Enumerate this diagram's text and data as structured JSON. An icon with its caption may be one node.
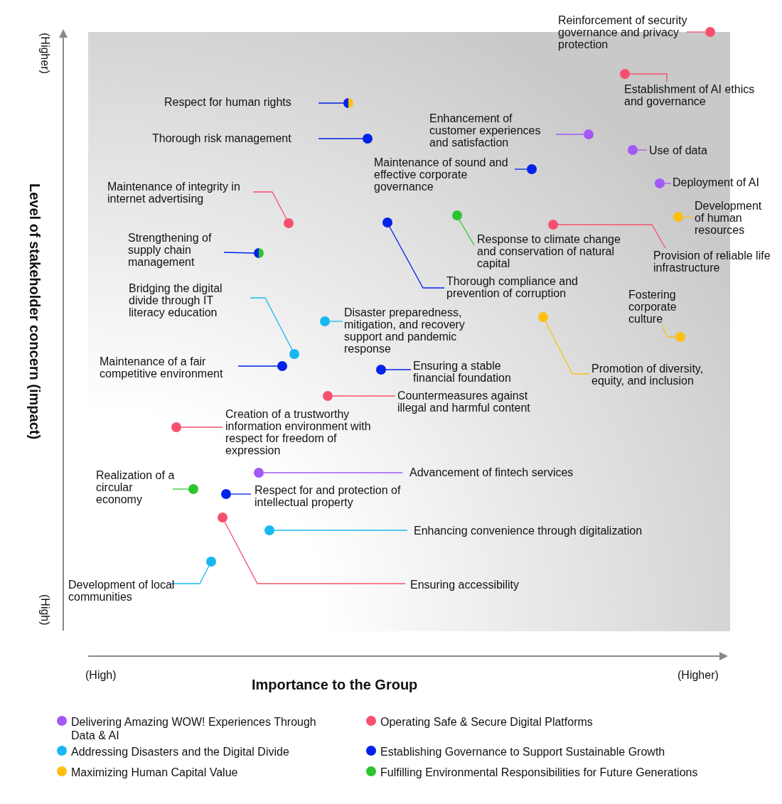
{
  "diagram": {
    "nodes": [
      {
        "text": [
          "Reinforcement of security governance and privacy protection"
        ]
      },
      {
        "text": [],
        "shape": "circle"
      },
      {
        "text": [
          "Establishment of AI ethics and governance"
        ]
      },
      {
        "text": [],
        "shape": "circle"
      },
      {
        "text": [
          "Respect for human rights"
        ]
      },
      {
        "text": [],
        "shape": "circle"
      },
      {
        "text": [
          "Enhancement of customer experiences and satisfaction"
        ]
      },
      {
        "text": [],
        "shape": "circle"
      },
      {
        "text": [
          "Thorough risk management"
        ]
      },
      {
        "text": [],
        "shape": "circle"
      },
      {
        "text": [
          "Use of data"
        ]
      },
      {
        "text": [],
        "shape": "circle"
      },
      {
        "text": [
          "Maintenance of sound and effective corporate governance"
        ]
      },
      {
        "text": [],
        "shape": "circle"
      },
      {
        "text": [
          "Maintenance of integrity in internet advertising"
        ]
      },
      {
        "text": [],
        "shape": "circle"
      },
      {
        "text": [
          "Deployment of AI"
        ]
      },
      {
        "text": [],
        "shape": "circle"
      },
      {
        "text": [
          "Development of human resources"
        ]
      },
      {
        "text": [],
        "shape": "circle"
      },
      {
        "text": [
          "Response to climate change and conservation of natural capital"
        ]
      },
      {
        "text": [],
        "shape": "circle"
      },
      {
        "text": [
          "Thorough compliance and prevention of corruption"
        ]
      },
      {
        "text": [],
        "shape": "circle"
      },
      {
        "text": [
          "Provision of reliable life infrastructure"
        ]
      },
      {
        "text": [],
        "shape": "circle"
      },
      {
        "text": [
          "Strengthening of supply chain management"
        ]
      },
      {
        "text": [],
        "shape": "circle"
      },
      {
        "text": [
          "Bridging the digital divide through IT literacy education"
        ]
      },
      {
        "text": [],
        "shape": "circle"
      },
      {
        "text": [
          "Disaster preparedness, mitigation, and recovery support and pandemic response"
        ]
      },
      {
        "text": [],
        "shape": "circle"
      },
      {
        "text": [
          "Fostering corporate culture"
        ]
      },
      {
        "text": [],
        "shape": "circle"
      },
      {
        "text": [
          "Promotion of diversity, equity, and inclusion"
        ]
      },
      {
        "text": [],
        "shape": "circle"
      },
      {
        "text": [
          "Maintenance of a fair competitive environment"
        ]
      },
      {
        "text": [],
        "shape": "circle"
      },
      {
        "text": [
          "Ensuring a stable financial foundation"
        ]
      },
      {
        "text": [],
        "shape": "circle"
      },
      {
        "text": [
          "Countermeasures against illegal and harmful content"
        ]
      },
      {
        "text": [],
        "shape": "circle"
      },
      {
        "text": [
          "Creation of a trustworthy information environment with respect for freedom of expression"
        ]
      },
      {
        "text": [],
        "shape": "circle"
      },
      {
        "text": [
          "Realization of a circular economy"
        ]
      },
      {
        "text": [],
        "shape": "circle"
      },
      {
        "text": [
          "Advancement of fintech services"
        ]
      },
      {
        "text": [],
        "shape": "circle"
      },
      {
        "text": [
          "Respect for and protection of intellectual property"
        ]
      },
      {
        "text": [],
        "shape": "circle"
      },
      {
        "text": [
          "Enhancing convenience through digitalization"
        ]
      },
      {
        "text": [],
        "shape": "circle"
      },
      {
        "text": [
          "Ensuring accessibility"
        ]
      },
      {
        "text": [],
        "shape": "circle"
      },
      {
        "text": [
          "Development of local communities"
        ]
      },
      {
        "text": [],
        "shape": "circle"
      }
    ],
    "edges": [
      {
        "from": 0,
        "to": 1,
        "arrow": "none",
        "color": "#f7506e"
      },
      {
        "from": 2,
        "to": 3,
        "arrow": "none",
        "color": "#f7506e"
      },
      {
        "from": 4,
        "to": 5,
        "arrow": "none",
        "color": "#0022ea"
      },
      {
        "from": 6,
        "to": 7,
        "arrow": "none",
        "color": "#a259f5"
      },
      {
        "from": 8,
        "to": 9,
        "arrow": "none",
        "color": "#0022ea"
      },
      {
        "from": 10,
        "to": 11,
        "arrow": "none",
        "color": "#a259f5"
      },
      {
        "from": 12,
        "to": 13,
        "arrow": "none",
        "color": "#0022ea"
      },
      {
        "from": 14,
        "to": 15,
        "arrow": "none",
        "color": "#f7506e"
      },
      {
        "from": 16,
        "to": 17,
        "arrow": "none",
        "color": "#a259f5"
      },
      {
        "from": 18,
        "to": 19,
        "arrow": "none",
        "color": "#fcbf12"
      },
      {
        "from": 20,
        "to": 21,
        "arrow": "none",
        "color": "#2cc42f"
      },
      {
        "from": 22,
        "to": 23,
        "arrow": "none",
        "color": "#0022ea"
      },
      {
        "from": 24,
        "to": 25,
        "arrow": "none",
        "color": "#f7506e"
      },
      {
        "from": 26,
        "to": 27,
        "arrow": "none",
        "color": "#0022ea"
      },
      {
        "from": 28,
        "to": 29,
        "arrow": "none",
        "color": "#17b8f2"
      },
      {
        "from": 30,
        "to": 31,
        "arrow": "none",
        "color": "#17b8f2"
      },
      {
        "from": 32,
        "to": 33,
        "arrow": "none",
        "color": "#fcbf12"
      },
      {
        "from": 34,
        "to": 35,
        "arrow": "none",
        "color": "#fcbf12"
      },
      {
        "from": 36,
        "to": 37,
        "arrow": "none",
        "color": "#0022ea"
      },
      {
        "from": 38,
        "to": 39,
        "arrow": "none",
        "color": "#0022ea"
      },
      {
        "from": 40,
        "to": 41,
        "arrow": "none",
        "color": "#f7506e"
      },
      {
        "from": 42,
        "to": 43,
        "arrow": "none",
        "color": "#f7506e"
      },
      {
        "from": 44,
        "to": 45,
        "arrow": "none",
        "color": "#2cc42f"
      },
      {
        "from": 46,
        "to": 47,
        "arrow": "none",
        "color": "#a259f5"
      },
      {
        "from": 48,
        "to": 49,
        "arrow": "none",
        "color": "#0022ea"
      },
      {
        "from": 50,
        "to": 51,
        "arrow": "none",
        "color": "#17b8f2"
      },
      {
        "from": 52,
        "to": 53,
        "arrow": "none",
        "color": "#f7506e"
      },
      {
        "from": 54,
        "to": 55,
        "arrow": "none",
        "color": "#17b8f2"
      }
    ],
    "labels": [
      "(Higher)",
      "Level of stakeholder concern (impact)",
      "(High)",
      "(High)",
      "(Higher)",
      "Importance to the Group"
    ],
    "legend": [
      {
        "text": "Delivering Amazing WOW! Experiences Through Data & AI",
        "color": "#a259f5"
      },
      {
        "text": "Operating Safe & Secure Digital Platforms",
        "color": "#f7506e"
      },
      {
        "text": "Addressing Disasters and the Digital Divide",
        "color": "#17b8f2"
      },
      {
        "text": "Establishing Governance to Support Sustainable Growth",
        "color": "#0022ea"
      },
      {
        "text": "Maximizing Human Capital Value",
        "color": "#fcbf12"
      },
      {
        "text": "Fulfilling Environmental Responsibilities for Future Generations",
        "color": "#2cc42f"
      }
    ]
  }
}
